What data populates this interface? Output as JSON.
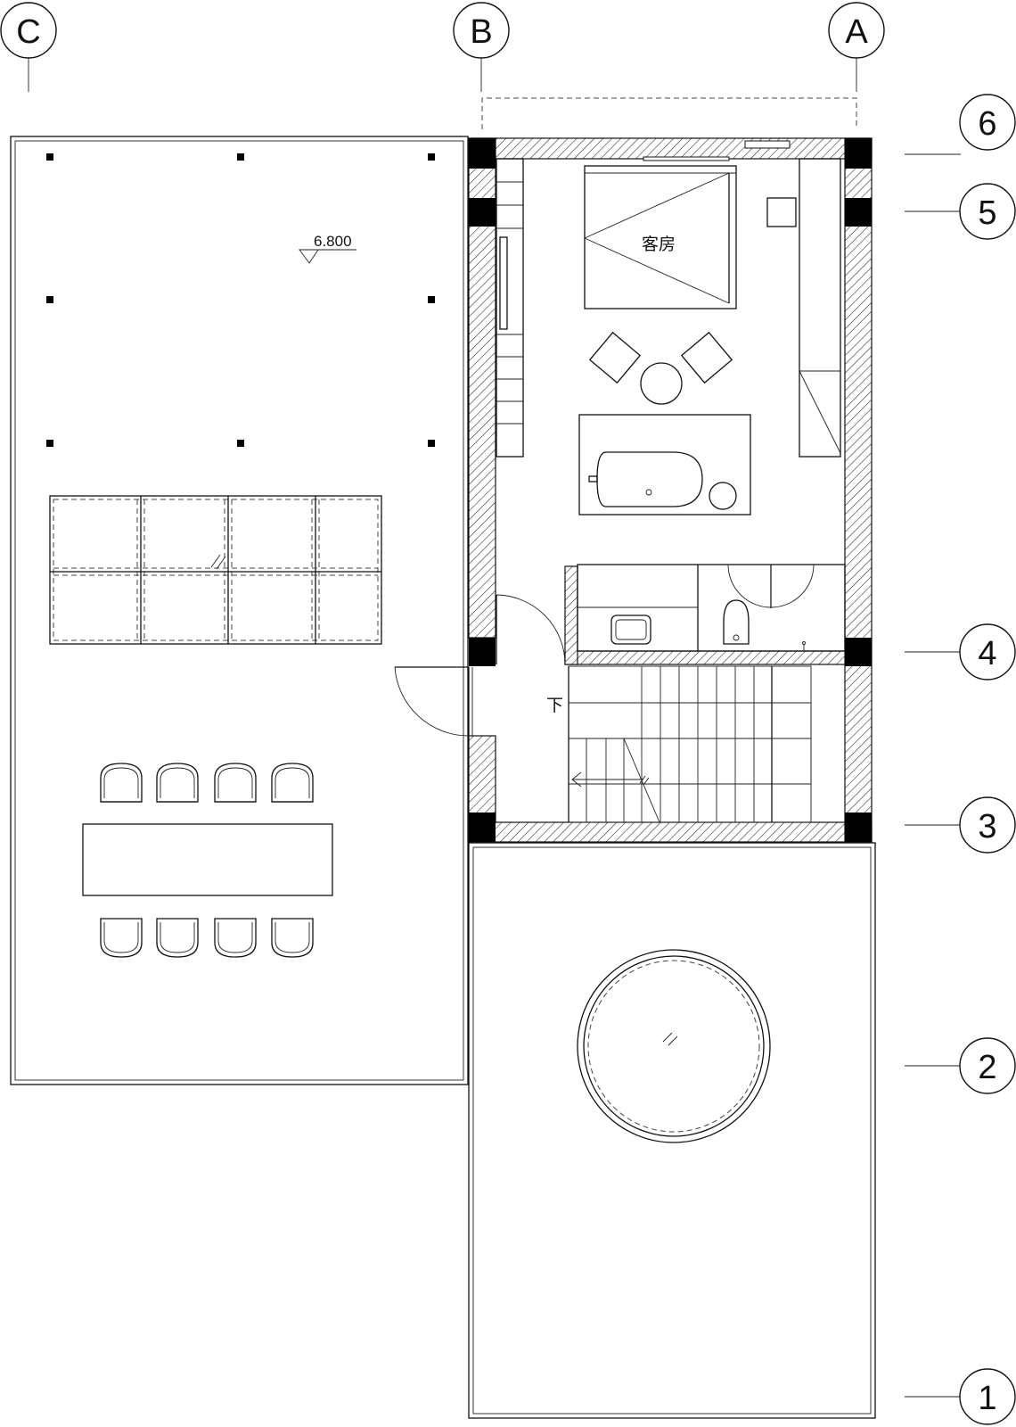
{
  "grid_axes": {
    "columns": [
      "C",
      "B",
      "A"
    ],
    "rows": [
      "6",
      "5",
      "4",
      "3",
      "2",
      "1"
    ]
  },
  "labels": {
    "guest_room": "客房",
    "stair_down": "下",
    "level": "6.800"
  }
}
